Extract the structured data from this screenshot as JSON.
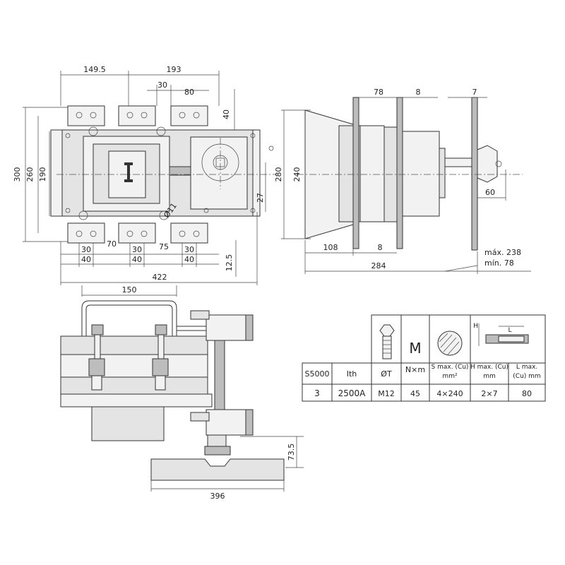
{
  "front_view": {
    "dims": {
      "top_left": "149.5",
      "top_right": "193",
      "top_30": "30",
      "top_80": "80",
      "right_40": "40",
      "h300": "300",
      "h260": "260",
      "h190": "190",
      "right_27": "27",
      "right_12_5": "12.5",
      "b30a": "30",
      "b40a": "40",
      "b70": "70",
      "b30b": "30",
      "b40b": "40",
      "b75": "75",
      "b30c": "30",
      "b40c": "40",
      "total_422": "422",
      "hole": "Ø11"
    }
  },
  "side_view": {
    "dims": {
      "d78": "78",
      "d8_top": "8",
      "d7": "7",
      "h280": "280",
      "h240": "240",
      "d60": "60",
      "d108": "108",
      "d8_bottom": "8",
      "d284": "284",
      "max": "máx. 238",
      "min": "mín. 78"
    }
  },
  "bottom_view": {
    "dims": {
      "d150": "150",
      "d73_5": "73.5",
      "d396": "396"
    }
  },
  "spec_table": {
    "icon_m": "M",
    "headers": [
      "S5000",
      "Ith",
      "ØT",
      "N×m",
      "S max. (Cu) mm²",
      "H max. (Cu) mm",
      "L max. (Cu) mm"
    ],
    "h_label": "H",
    "l_label": "L",
    "row": [
      "3",
      "2500A",
      "M12",
      "45",
      "4×240",
      "2×7",
      "80"
    ]
  }
}
